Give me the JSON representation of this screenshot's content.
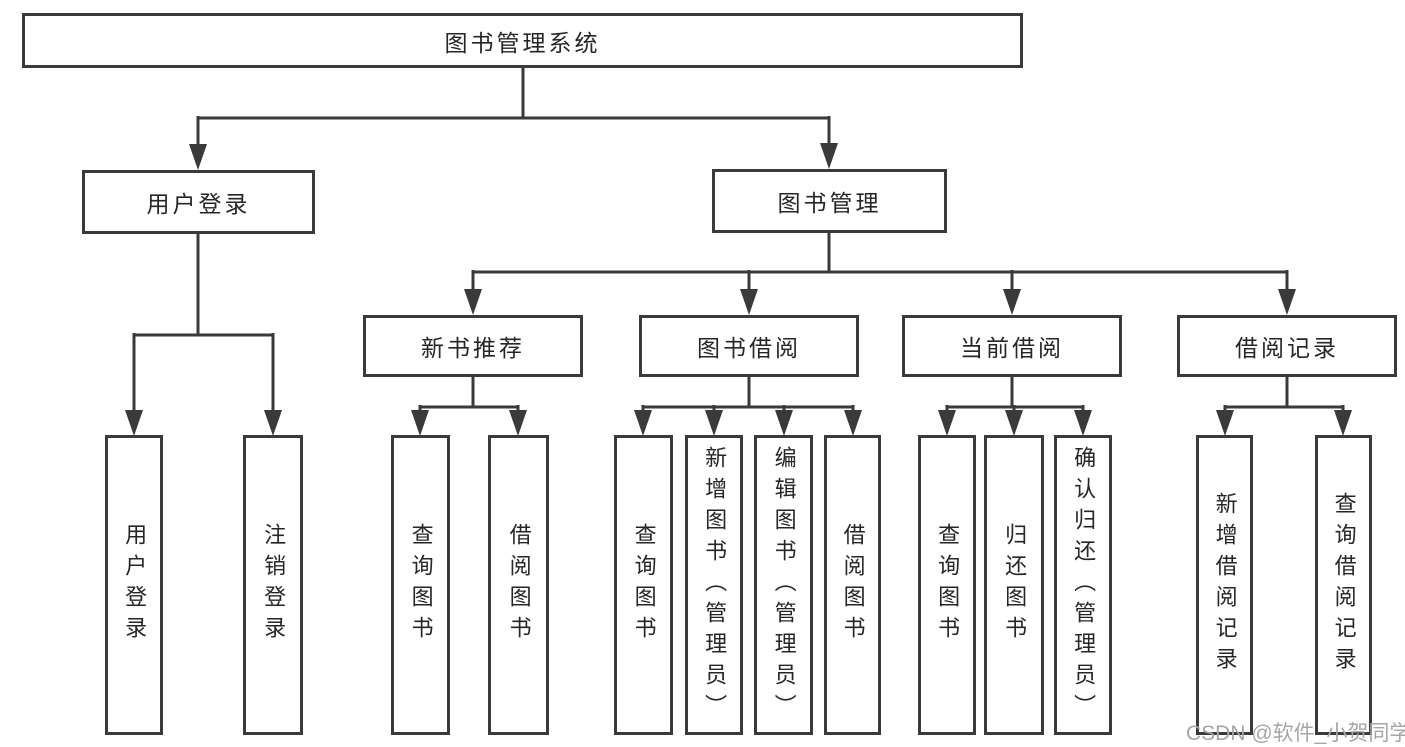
{
  "colors": {
    "background": "#ffffff",
    "line": "#3a3a3a",
    "text": "#262626",
    "watermark": "#a6a6a6"
  },
  "diagram": {
    "root": {
      "label": "图书管理系统"
    },
    "level2": [
      {
        "label": "用户登录",
        "children": [
          {
            "label": "用户登录"
          },
          {
            "label": "注销登录"
          }
        ]
      },
      {
        "label": "图书管理",
        "children": [
          {
            "label": "新书推荐",
            "children": [
              {
                "label": "查询图书"
              },
              {
                "label": "借阅图书"
              }
            ]
          },
          {
            "label": "图书借阅",
            "children": [
              {
                "label": "查询图书"
              },
              {
                "label": "新增图书（管理员）"
              },
              {
                "label": "编辑图书（管理员）"
              },
              {
                "label": "借阅图书"
              }
            ]
          },
          {
            "label": "当前借阅",
            "children": [
              {
                "label": "查询图书"
              },
              {
                "label": "归还图书"
              },
              {
                "label": "确认归还（管理员）"
              }
            ]
          },
          {
            "label": "借阅记录",
            "children": [
              {
                "label": "新增借阅记录"
              },
              {
                "label": "查询借阅记录"
              }
            ]
          }
        ]
      }
    ]
  },
  "watermark": {
    "text": "CSDN @软件_小贺同学"
  }
}
